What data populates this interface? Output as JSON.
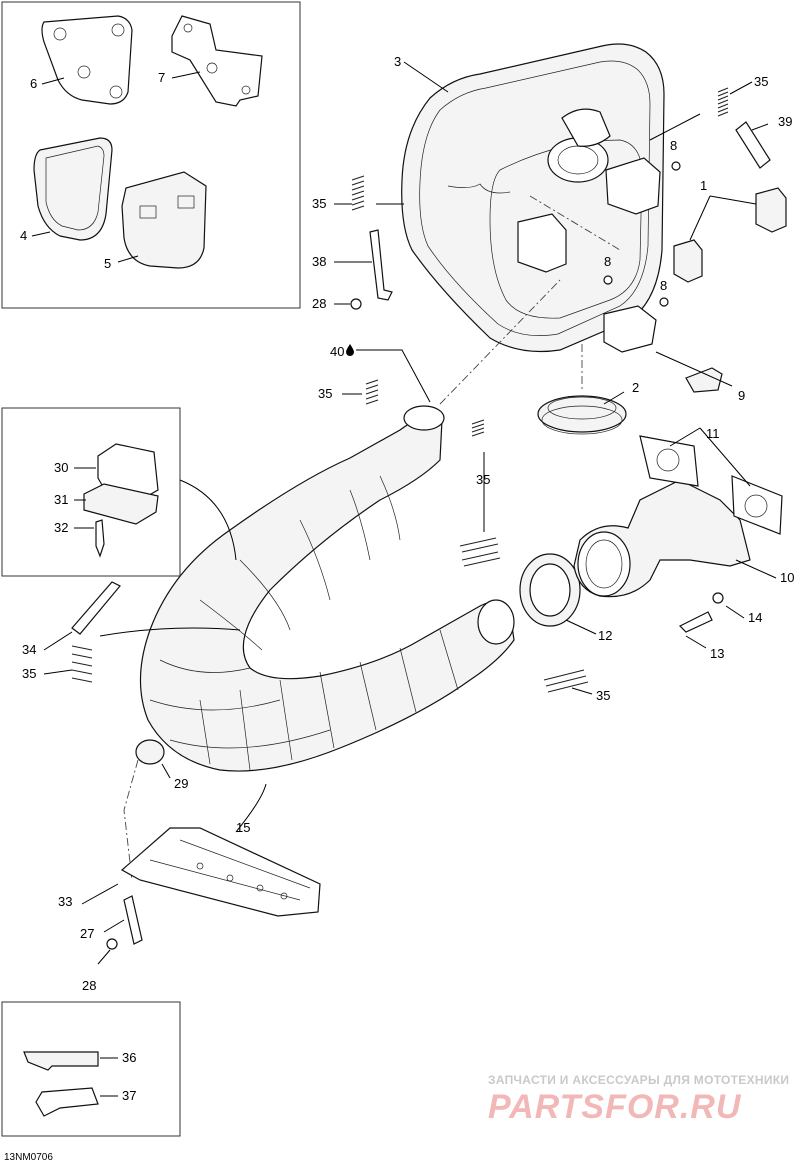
{
  "callouts": {
    "c1": "1",
    "c2": "2",
    "c3": "3",
    "c4": "4",
    "c5": "5",
    "c6": "6",
    "c7": "7",
    "c8a": "8",
    "c8b": "8",
    "c8c": "8",
    "c9": "9",
    "c10": "10",
    "c11": "11",
    "c12": "12",
    "c13": "13",
    "c14": "14",
    "c15": "15",
    "c27": "27",
    "c28a": "28",
    "c28b": "28",
    "c29": "29",
    "c30": "30",
    "c31": "31",
    "c32": "32",
    "c33": "33",
    "c34": "34",
    "c35a": "35",
    "c35b": "35",
    "c35c": "35",
    "c35d": "35",
    "c35e": "35",
    "c35f": "35",
    "c36": "36",
    "c37": "37",
    "c38": "38",
    "c39": "39",
    "c40": "40"
  },
  "watermark": {
    "tagline": "ЗАПЧАСТИ И АКСЕССУАРЫ ДЛЯ МОТОТЕХНИКИ",
    "logo": "PARTSFOR.RU"
  },
  "drawing_code": "13NM0706",
  "icons": {
    "grease": "oil-drop-icon"
  }
}
